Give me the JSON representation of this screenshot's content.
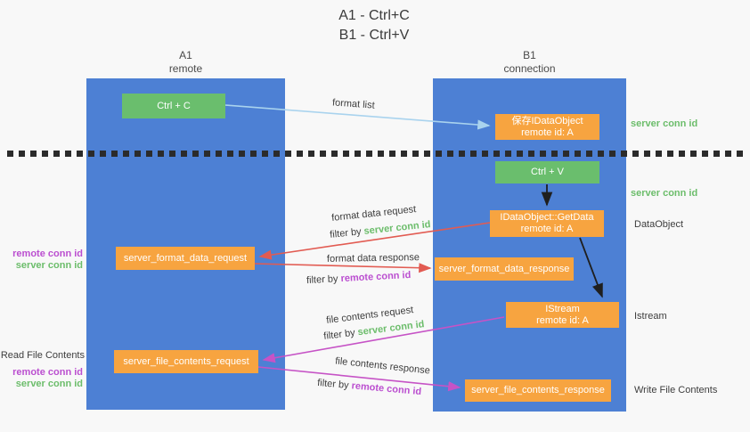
{
  "title": {
    "line1": "A1 - Ctrl+C",
    "line2": "B1 - Ctrl+V"
  },
  "lanes": {
    "a": {
      "name": "A1",
      "subtitle": "remote"
    },
    "b": {
      "name": "B1",
      "subtitle": "connection"
    }
  },
  "nodes": {
    "ctrl_c": {
      "label": "Ctrl + C"
    },
    "save_idataobject": {
      "line1": "保存IDataObject",
      "line2": "remote id: A"
    },
    "ctrl_v": {
      "label": "Ctrl + V"
    },
    "getdata": {
      "line1": "IDataObject::GetData",
      "line2": "remote id: A"
    },
    "format_request": {
      "label": "server_format_data_request"
    },
    "format_response": {
      "label": "server_format_data_response"
    },
    "istream": {
      "line1": "IStream",
      "line2": "remote id: A"
    },
    "file_request": {
      "label": "server_file_contents_request"
    },
    "file_response": {
      "label": "server_file_contents_response"
    }
  },
  "arrow_labels": {
    "format_list": "format list",
    "format_data_request": "format data request",
    "format_data_response": "format data response",
    "file_contents_request": "file contents request",
    "file_contents_response": "file contents response",
    "filter_by": "filter by ",
    "server_conn_id": "server conn id",
    "remote_conn_id": "remote conn id"
  },
  "side_labels": {
    "right_top_server_conn_id": "server conn id",
    "right_mid_server_conn_id": "server conn id",
    "dataobject": "DataObject",
    "istream": "Istream",
    "write_file_contents": "Write File Contents",
    "left_remote_conn_id_top": "remote conn id",
    "left_server_conn_id_top": "server conn id",
    "read_file_contents": "Read File Contents",
    "left_remote_conn_id_bottom": "remote conn id",
    "left_server_conn_id_bottom": "server conn id"
  },
  "colors": {
    "background": "#f8f8f8",
    "lane_blue": "#4d80d4",
    "node_green": "#6abe6d",
    "node_orange": "#f7a440",
    "arrow_light_blue": "#a9d3ee",
    "arrow_red": "#e25b52",
    "arrow_magenta": "#c653c6",
    "arrow_black": "#1f1f1f",
    "text_green": "#6cbd6b",
    "text_purple": "#bb4fd0",
    "text_dark": "#3d3d3d"
  }
}
